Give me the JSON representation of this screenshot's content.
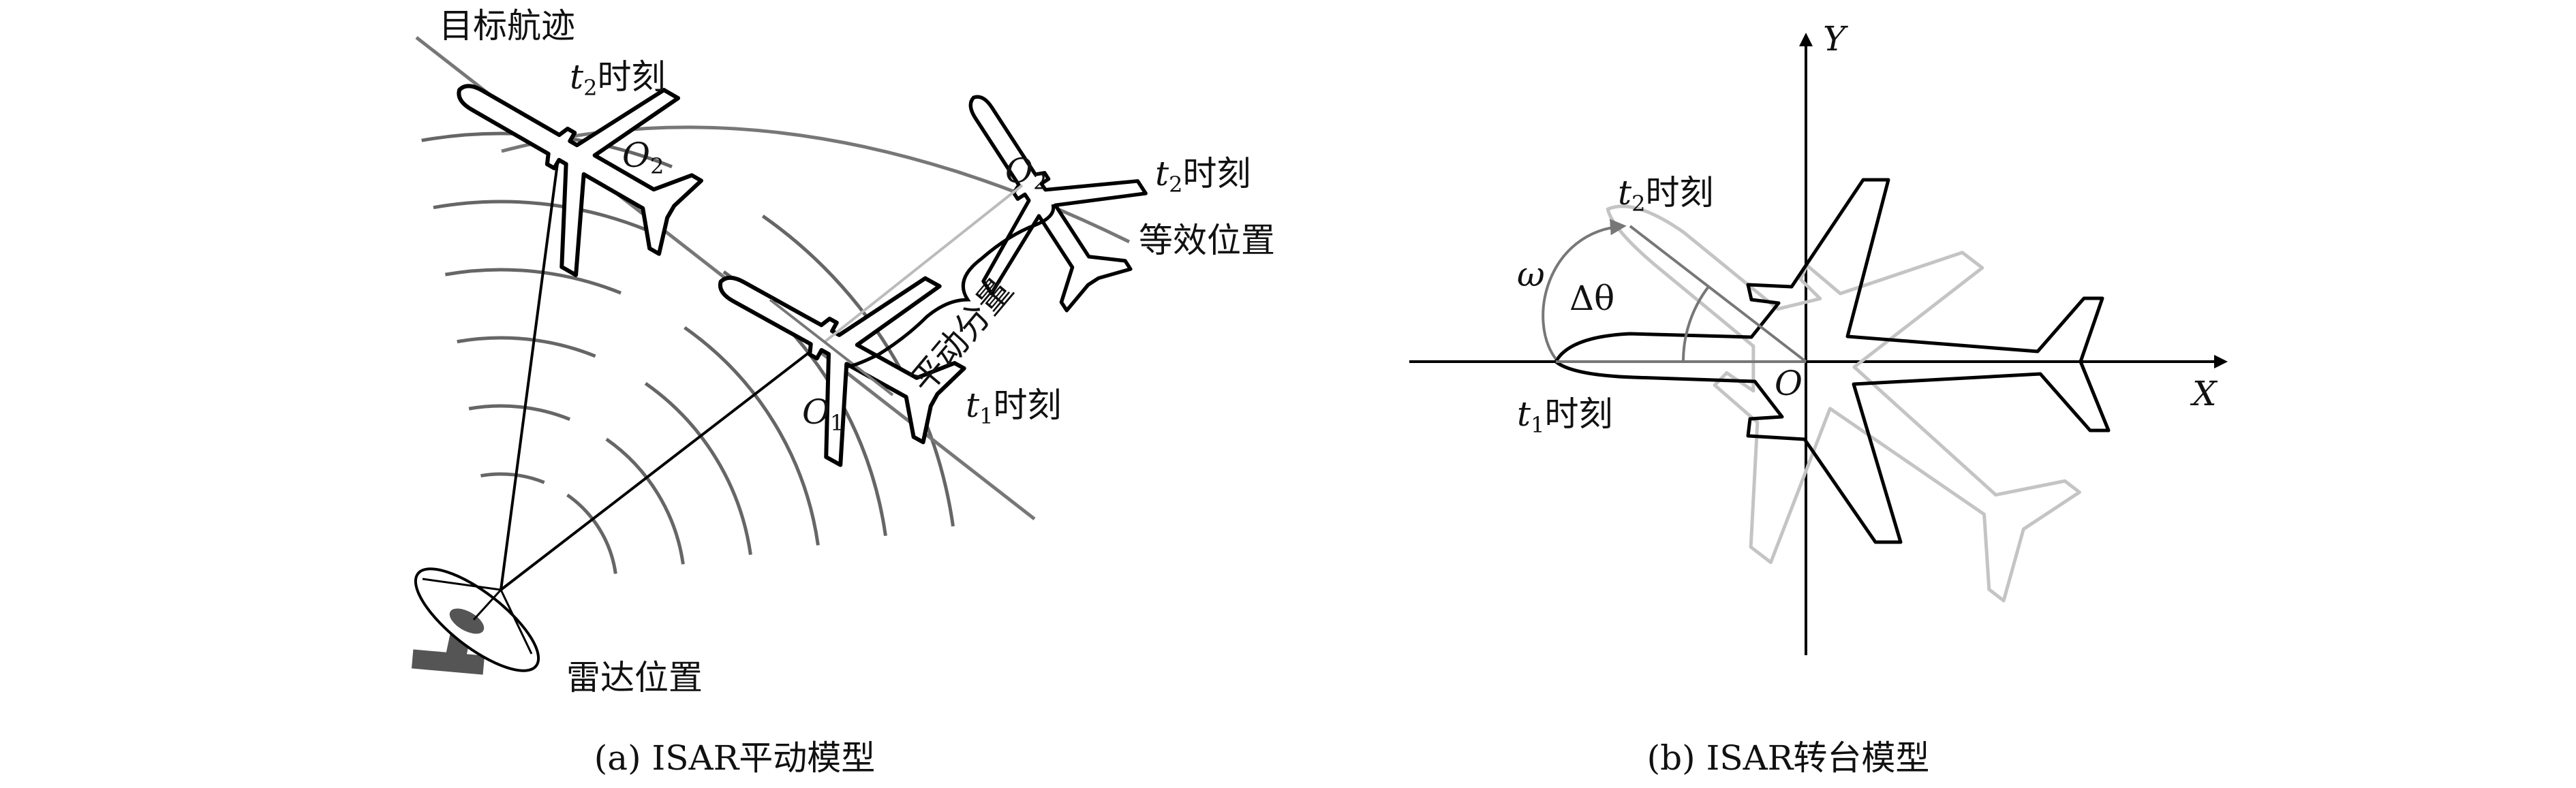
{
  "panel_a": {
    "trajectory_label": "目标航迹",
    "t2_label": {
      "var": "t",
      "sub": "2",
      "text": "时刻"
    },
    "o2_label": {
      "var": "O",
      "sub": "2"
    },
    "o2_equiv_label": {
      "var": "O",
      "sub": "2"
    },
    "t2_equiv_label": {
      "var": "t",
      "sub": "2",
      "text": "时刻"
    },
    "equivalent_position_label": "等效位置",
    "translation_component_label": "平动分量",
    "o1_label": {
      "var": "O",
      "sub": "1"
    },
    "t1_label": {
      "var": "t",
      "sub": "1",
      "text": "时刻"
    },
    "radar_position_label": "雷达位置",
    "caption": "(a) ISAR平动模型"
  },
  "panel_b": {
    "y_axis_label": "Y",
    "x_axis_label": "X",
    "origin_label": "O",
    "omega_label": "ω",
    "delta_theta_label": "Δθ",
    "t2_label": {
      "var": "t",
      "sub": "2",
      "text": "时刻"
    },
    "t1_label": {
      "var": "t",
      "sub": "1",
      "text": "时刻"
    },
    "caption": "(b) ISAR转台模型"
  },
  "colors": {
    "line": "#000000",
    "gray": "#777777",
    "light_gray": "#c4c4c4",
    "radar": "#555555"
  }
}
